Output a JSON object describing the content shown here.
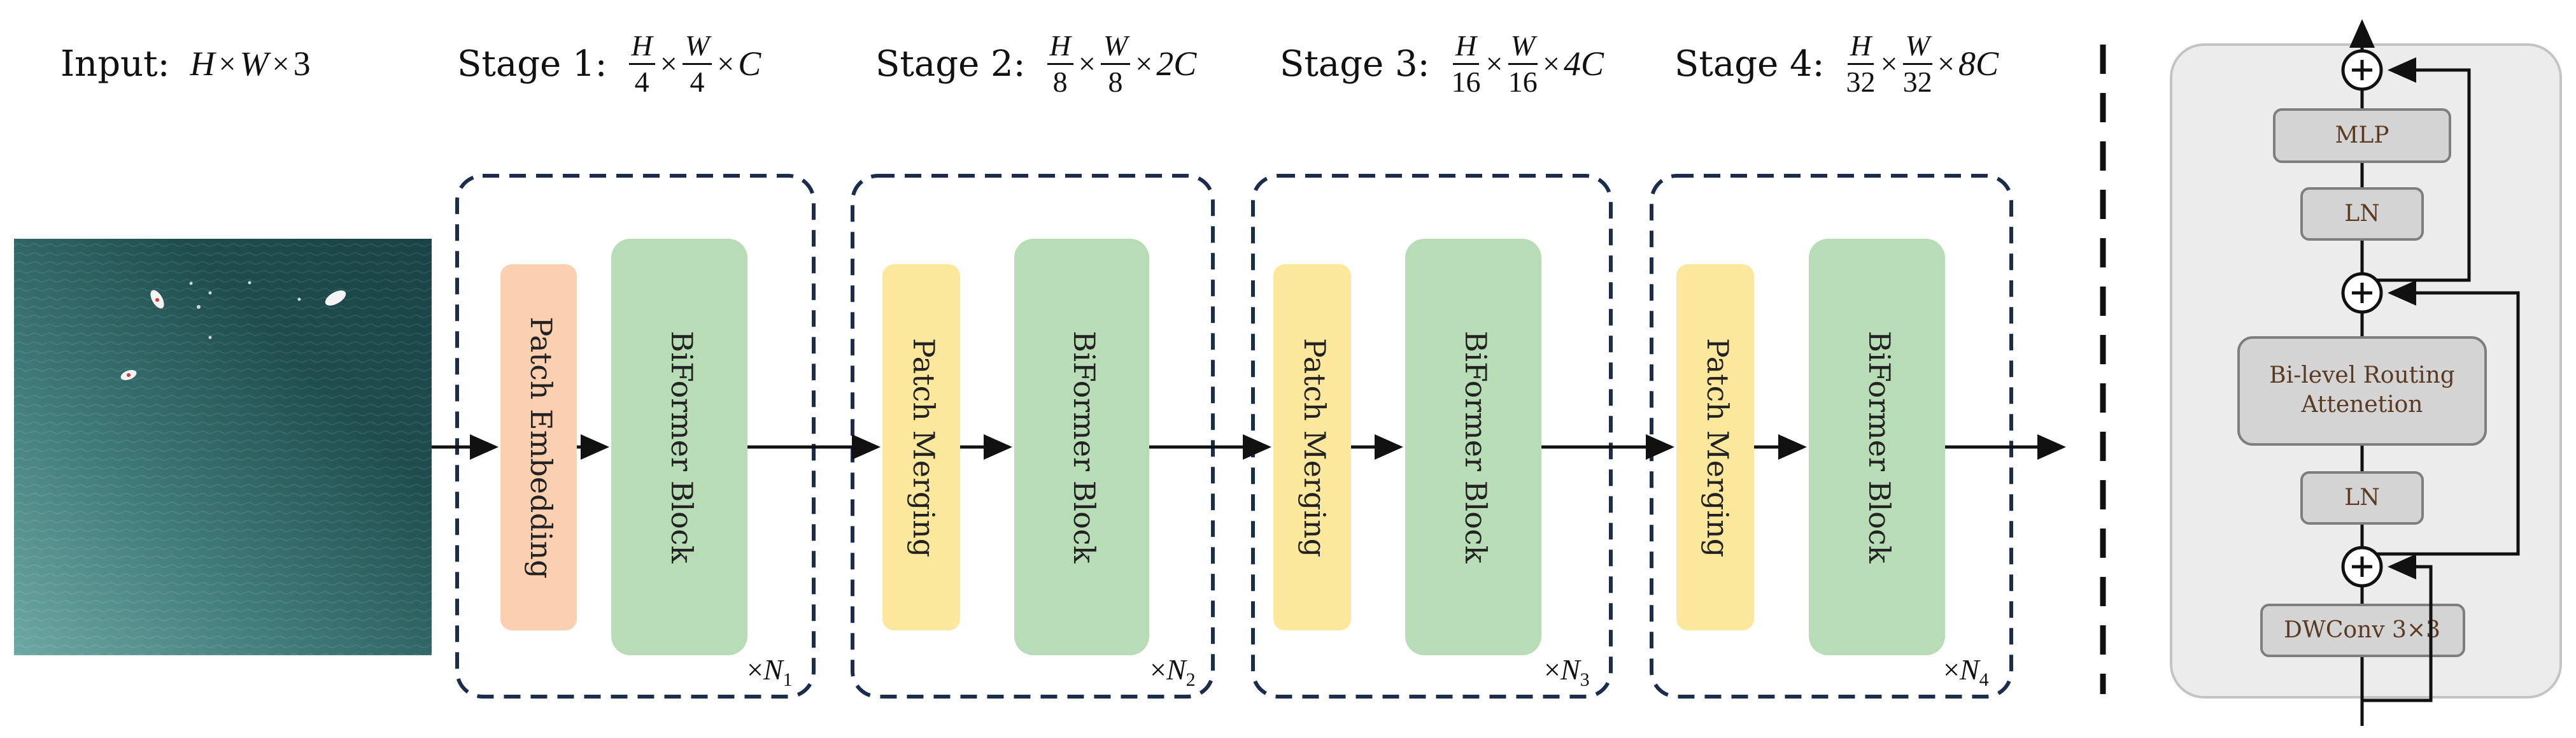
{
  "input": {
    "label": "Input:",
    "dims": {
      "h": "H",
      "w": "W",
      "c": "3"
    }
  },
  "stages": [
    {
      "label": "Stage 1:",
      "den": "4",
      "ch": "C",
      "block_a": "Patch Embedding",
      "block_b": "BiFormer Block",
      "repeat": "N",
      "repeat_sub": "1",
      "colors": {
        "a": "#fbd0b0",
        "b": "#b8dcb6"
      }
    },
    {
      "label": "Stage 2:",
      "den": "8",
      "ch": "2C",
      "block_a": "Patch Merging",
      "block_b": "BiFormer Block",
      "repeat": "N",
      "repeat_sub": "2",
      "colors": {
        "a": "#fbe89c",
        "b": "#b8dcb6"
      }
    },
    {
      "label": "Stage 3:",
      "den": "16",
      "ch": "4C",
      "block_a": "Patch Merging",
      "block_b": "BiFormer Block",
      "repeat": "N",
      "repeat_sub": "3",
      "colors": {
        "a": "#fbe89c",
        "b": "#b8dcb6"
      }
    },
    {
      "label": "Stage 4:",
      "den": "32",
      "ch": "8C",
      "block_a": "Patch Merging",
      "block_b": "BiFormer Block",
      "repeat": "N",
      "repeat_sub": "4",
      "colors": {
        "a": "#fbe89c",
        "b": "#b8dcb6"
      }
    }
  ],
  "block_detail": {
    "layers": [
      "MLP",
      "LN",
      "Bi-level Routing",
      "Attenetion",
      "LN",
      "DWConv 3×3"
    ],
    "colors": {
      "panel_bg": "#ececec",
      "panel_border": "#c4c4c4",
      "layer_bg": "#d4d4d4",
      "layer_border": "#7e7e7e"
    }
  },
  "colors": {
    "dashed": "#1c2c4c",
    "arrow": "#111111",
    "sea_dark": "#1f4a4b",
    "sea_light": "#5c9a98"
  }
}
